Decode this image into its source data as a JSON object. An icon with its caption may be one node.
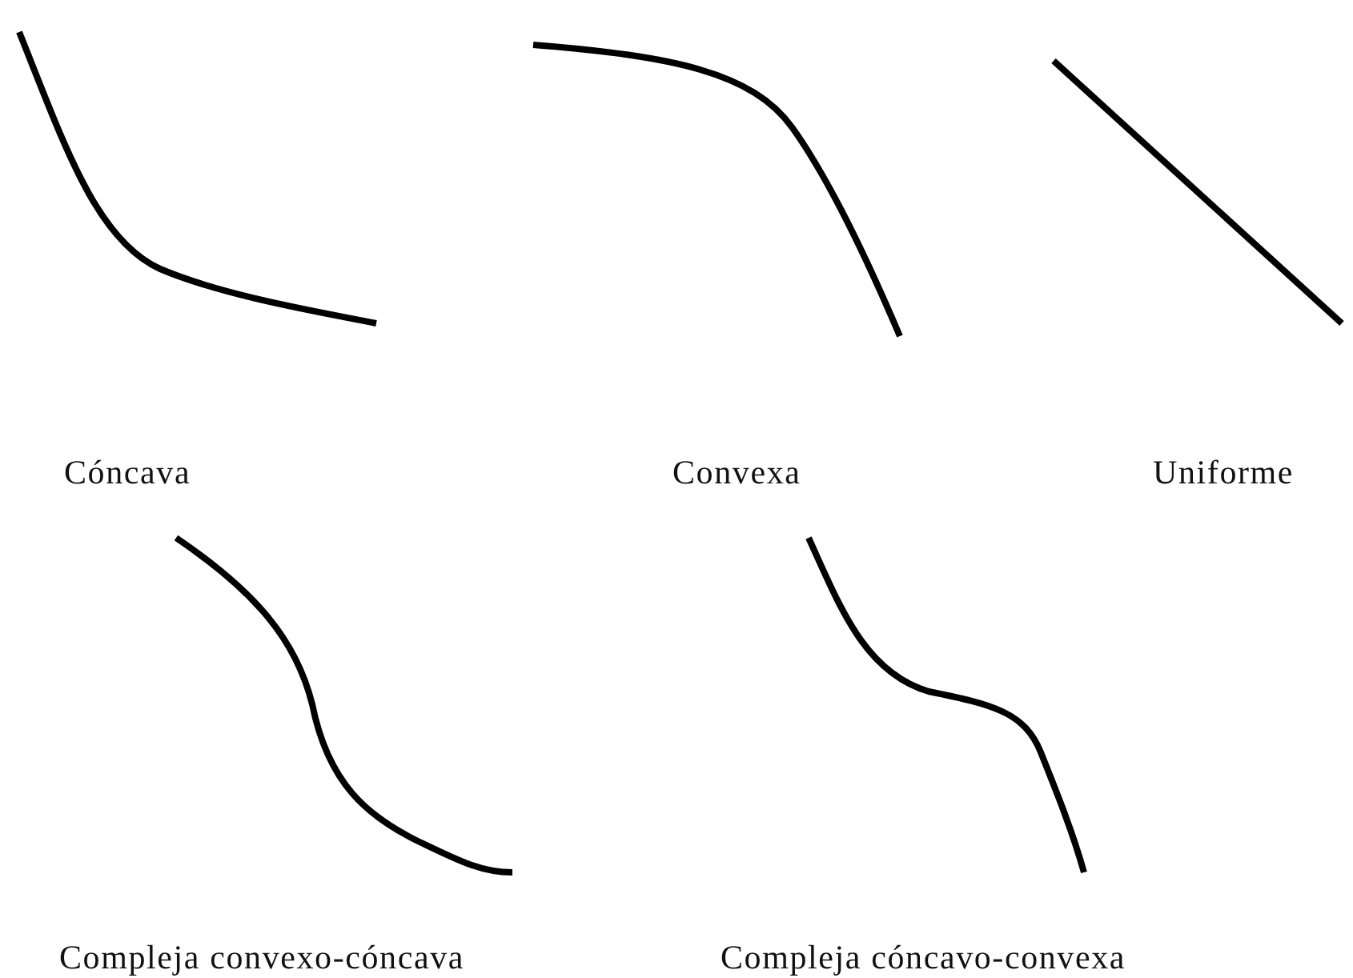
{
  "diagram": {
    "labels": [
      "Cóncava",
      "Convexa",
      "Uniforme",
      "Compleja convexo-cóncava",
      "Compleja cóncavo-convexa"
    ]
  }
}
